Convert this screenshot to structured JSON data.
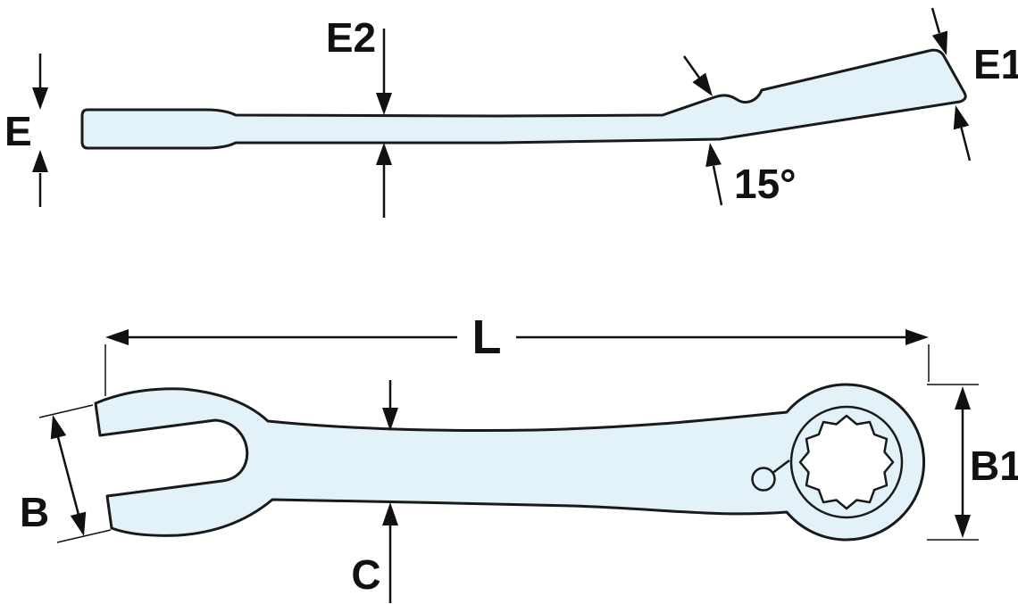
{
  "labels": {
    "e": "E",
    "e2": "E2",
    "e1": "E1",
    "angle": "15°",
    "l": "L",
    "b": "B",
    "c": "C",
    "b1": "B1"
  },
  "colors": {
    "wrench_fill": "#e3f1f8",
    "socket_fill": "#ffffff",
    "outline": "#1a1a1a",
    "dimension": "#111111",
    "background": "#ffffff"
  }
}
